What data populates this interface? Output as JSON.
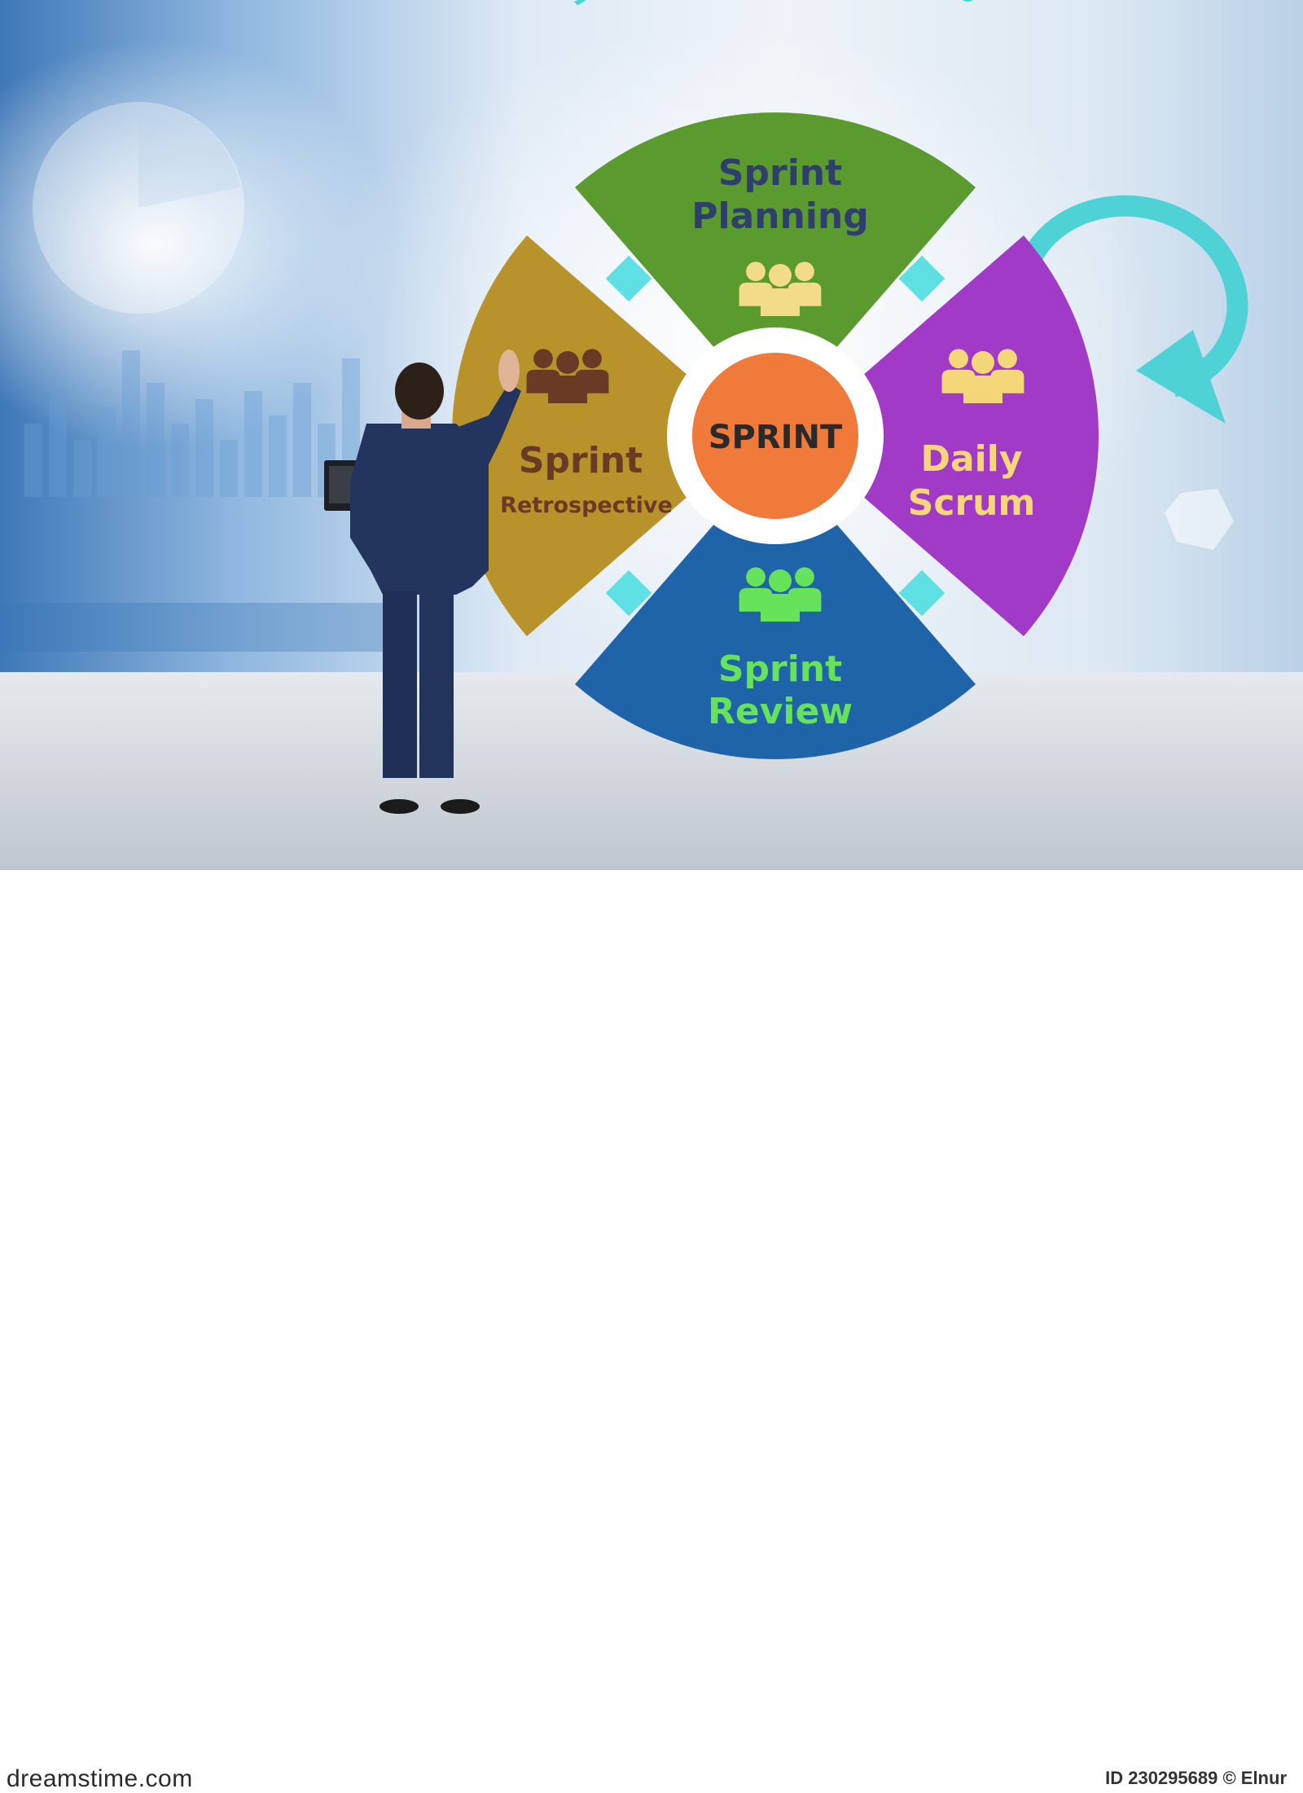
{
  "title": "SCRUM PROCESS",
  "center_label": "SPRINT",
  "segments": {
    "top": {
      "line1": "Sprint",
      "line2": "Planning",
      "color": "#5a9a2e",
      "text_color": "#2e3f6e",
      "icon_color": "#f2dc8a"
    },
    "right": {
      "line1": "Daily",
      "line2": "Scrum",
      "color": "#a23ac8",
      "text_color": "#f5d77a",
      "icon_color": "#f5d77a"
    },
    "bottom": {
      "line1": "Sprint",
      "line2": "Review",
      "color": "#1f63a8",
      "text_color": "#66e35a",
      "icon_color": "#66e35a"
    },
    "left": {
      "line1": "Sprint",
      "line2": "Retrospective",
      "color": "#b8922a",
      "text_color": "#6b3a24",
      "icon_color": "#6b3a24"
    }
  },
  "colors": {
    "title": "#3fd6dc",
    "arrow": "#4fd2d6",
    "connector": "#5fe0e4",
    "center": "#f07a3a",
    "ring": "#ffffff"
  },
  "footer": {
    "brand": "dreamstime.com",
    "id_text": "ID 230295689 © Elnur"
  }
}
